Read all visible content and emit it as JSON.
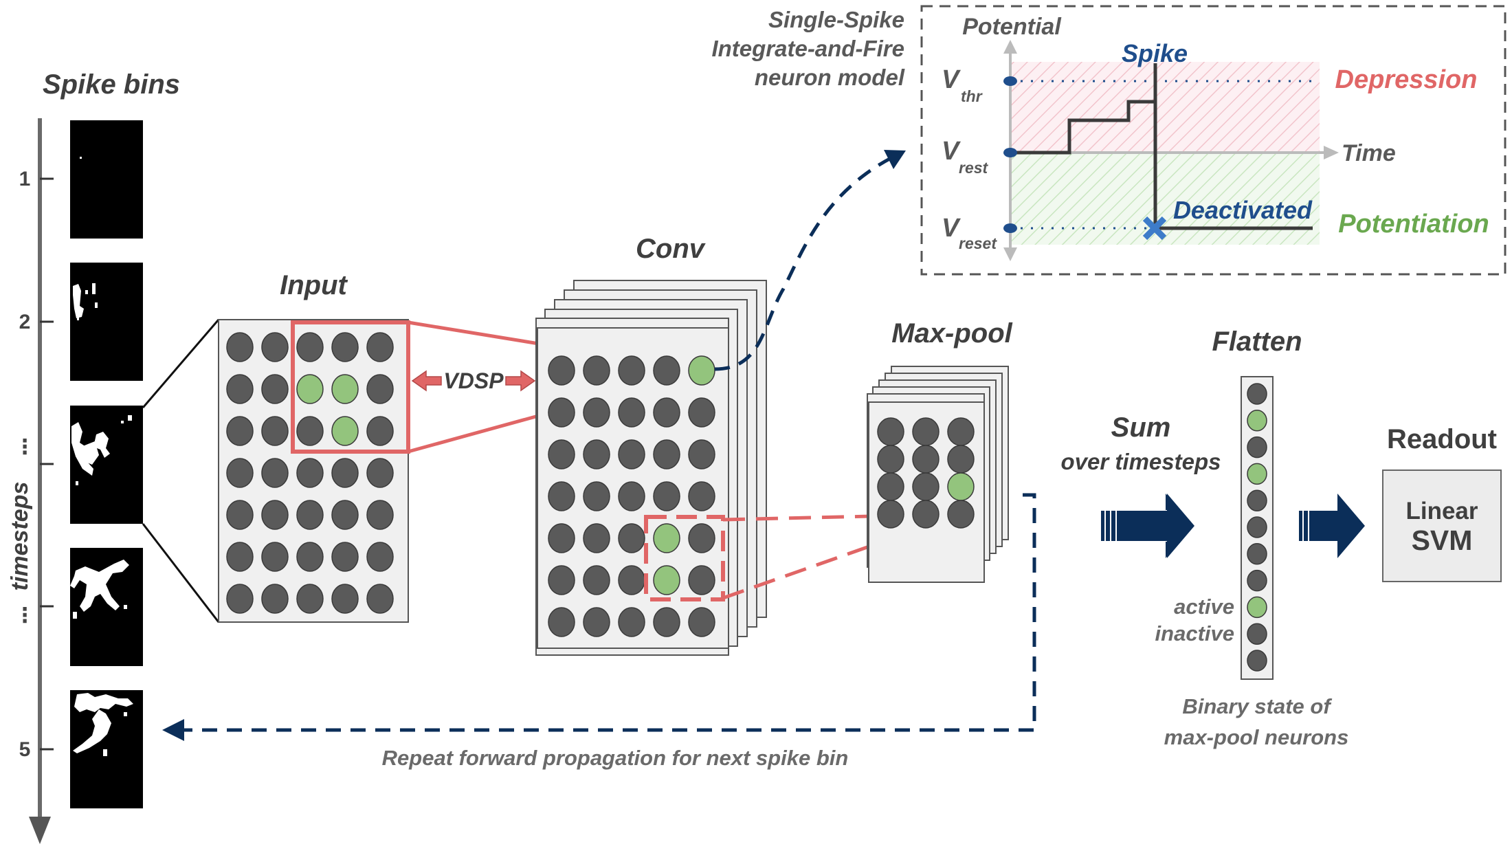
{
  "spike_bins": {
    "title": "Spike bins",
    "axis_label": "timesteps",
    "ticks": [
      "1",
      "2",
      "⋮",
      "⋮",
      "5"
    ]
  },
  "layers": {
    "input": "Input",
    "conv": "Conv",
    "maxpool": "Max-pool",
    "flatten": "Flatten",
    "readout": "Readout",
    "svm_line1": "Linear",
    "svm_line2": "SVM"
  },
  "vdsp_label": "VDSP",
  "sum": {
    "line1": "Sum",
    "line2": "over timesteps"
  },
  "neuron_model": {
    "caption_line1": "Single-Spike",
    "caption_line2": "Integrate-and-Fire",
    "caption_line3": "neuron model",
    "y_axis": "Potential",
    "x_axis": "Time",
    "v_main": "V",
    "v_thr_sub": "thr",
    "v_rest_sub": "rest",
    "v_reset_sub": "reset",
    "spike": "Spike",
    "deactivated": "Deactivated",
    "depression": "Depression",
    "potentiation": "Potentiation"
  },
  "flatten_legend": {
    "active": "active",
    "inactive": "inactive"
  },
  "binary_caption": {
    "line1": "Binary state of",
    "line2": "max-pool neurons"
  },
  "repeat_caption": "Repeat forward propagation for next spike bin",
  "colors": {
    "neuron_gray": "#5a5a5a",
    "neuron_active": "#93c47d",
    "red": "#e06666",
    "navy": "#0b2e59",
    "panel_fill": "#f0f0f0",
    "depression_text": "#e06666",
    "potentiation_text": "#6aa84f",
    "spike_text": "#1f4e8c"
  }
}
